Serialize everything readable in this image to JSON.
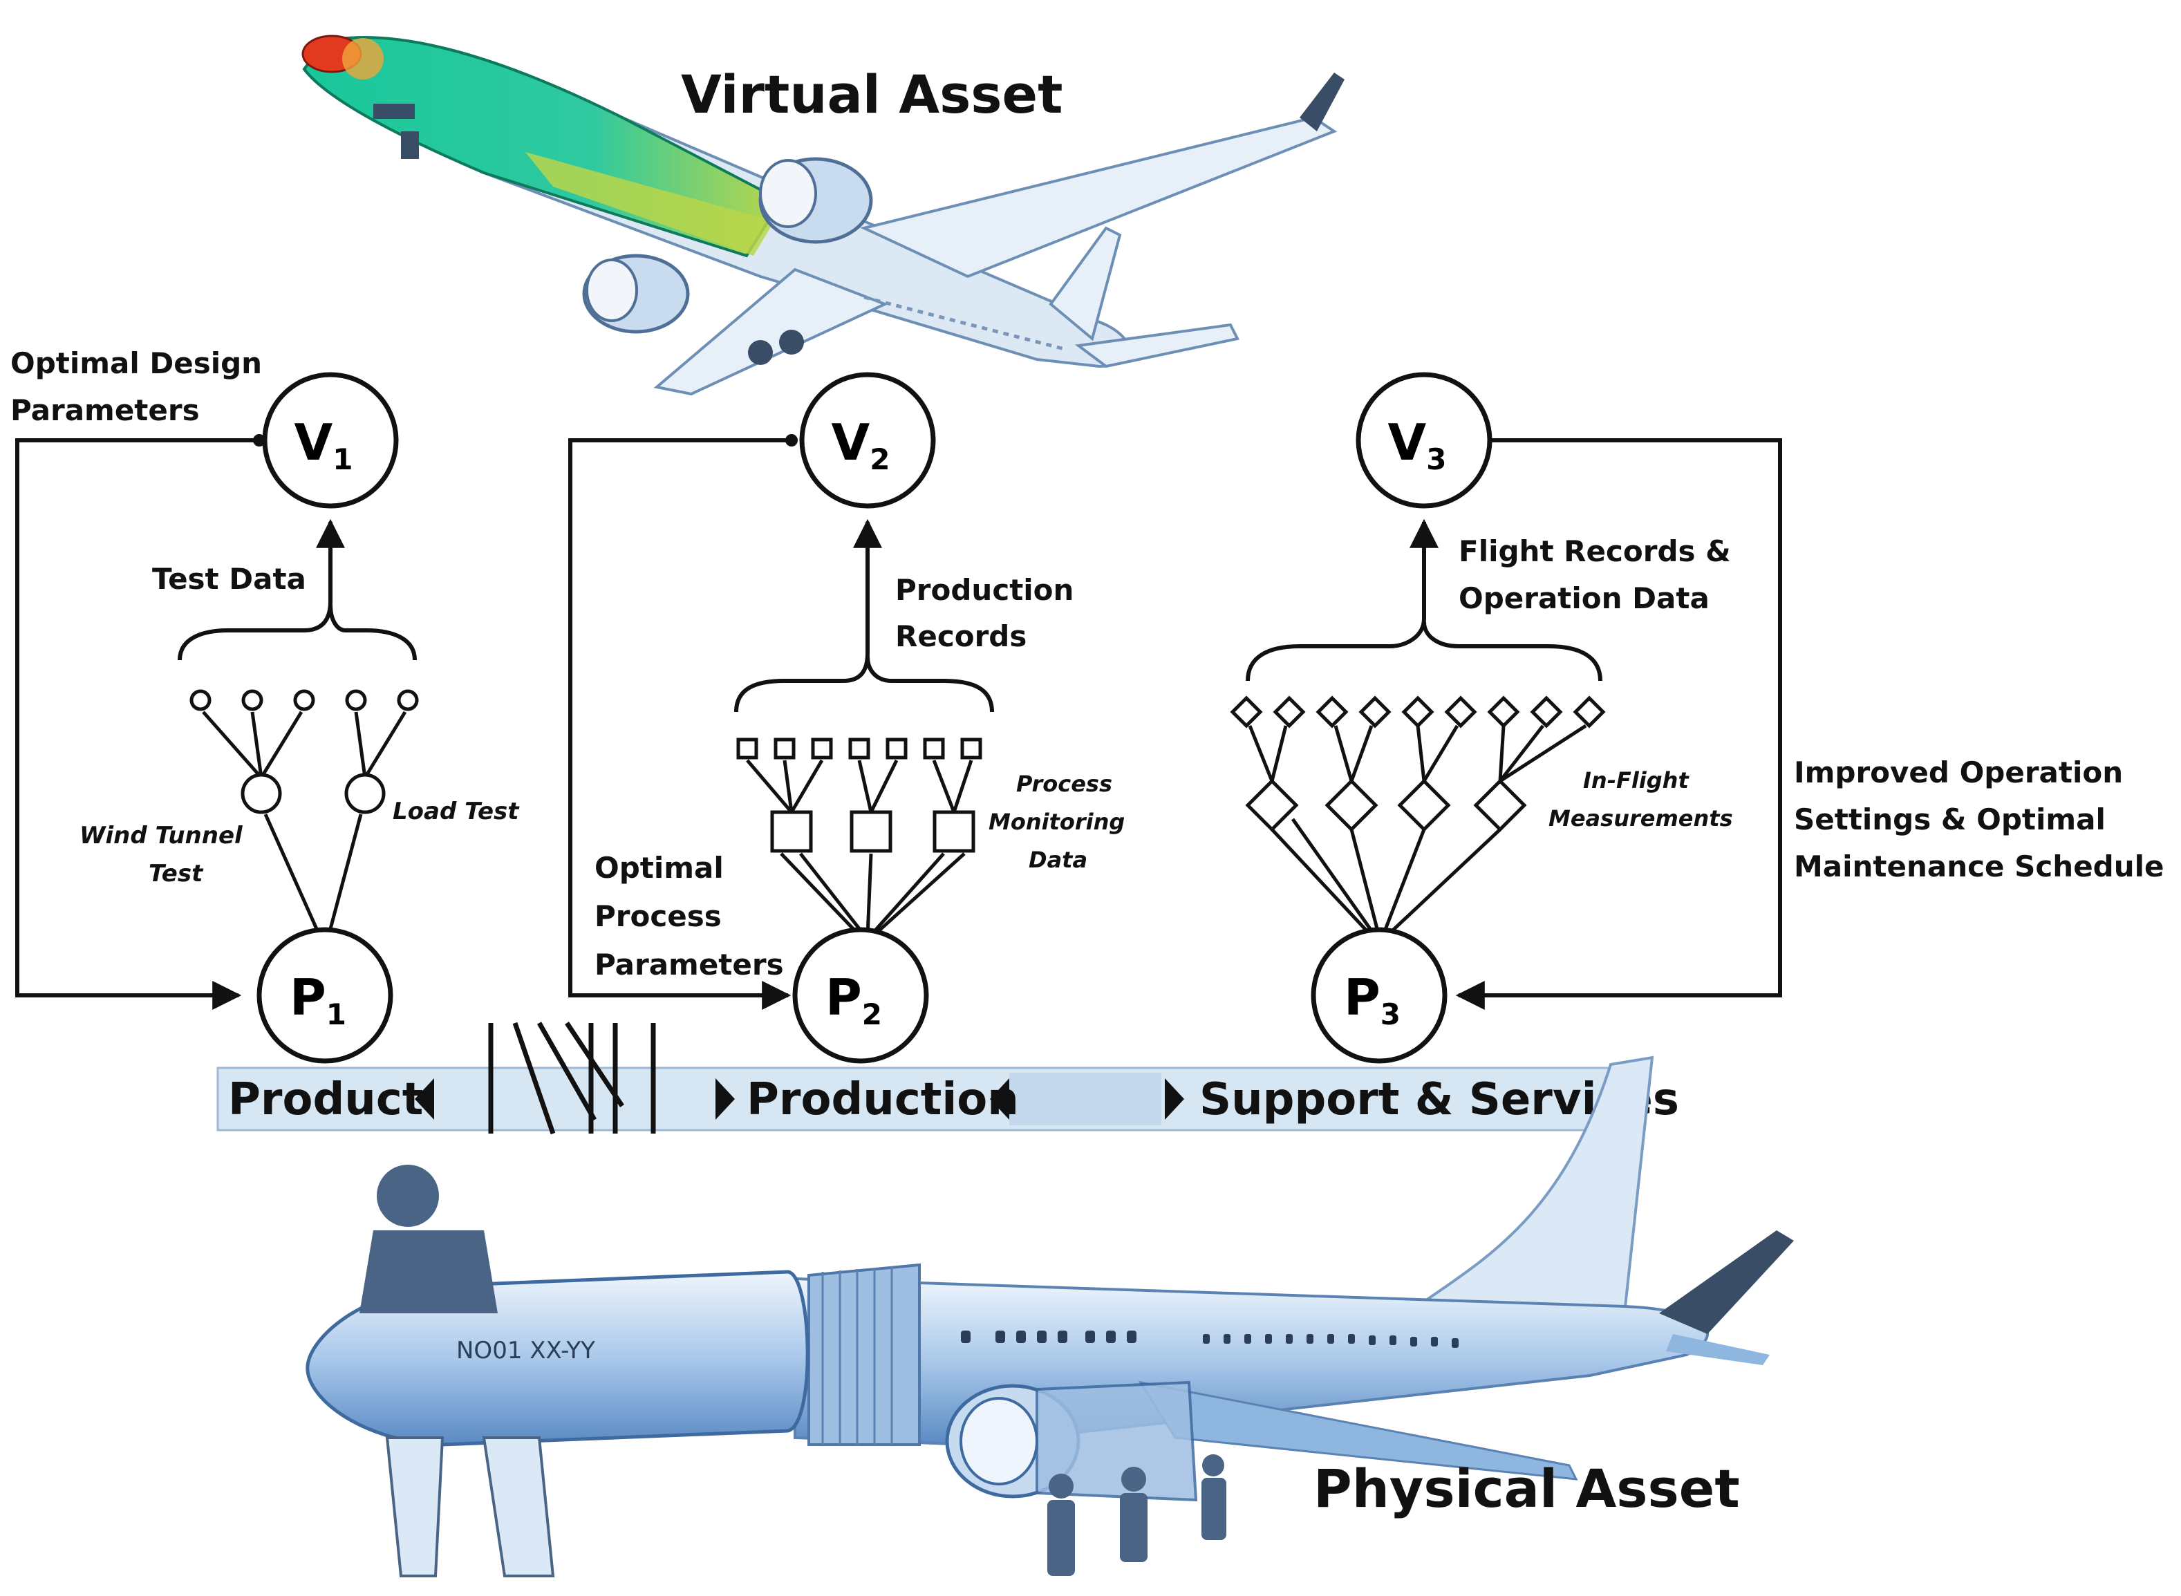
{
  "virtual_asset_label": "Virtual Asset",
  "physical_asset_label": "Physical Asset",
  "nodes": {
    "v1": {
      "letter": "V",
      "sub": "1"
    },
    "v2": {
      "letter": "V",
      "sub": "2"
    },
    "v3": {
      "letter": "V",
      "sub": "3"
    },
    "p1": {
      "letter": "P",
      "sub": "1"
    },
    "p2": {
      "letter": "P",
      "sub": "2"
    },
    "p3": {
      "letter": "P",
      "sub": "3"
    }
  },
  "stage1": {
    "feedback_line1": "Optimal Design",
    "feedback_line2": "Parameters",
    "data_label": "Test Data",
    "sensor_a_line1": "Wind Tunnel",
    "sensor_a_line2": "Test",
    "sensor_b": "Load Test"
  },
  "stage2": {
    "feedback_line1": "Optimal",
    "feedback_line2": "Process",
    "feedback_line3": "Parameters",
    "data_line1": "Production",
    "data_line2": "Records",
    "sensor_line1": "Process",
    "sensor_line2": "Monitoring",
    "sensor_line3": "Data"
  },
  "stage3": {
    "feedback_line1": "Improved Operation",
    "feedback_line2": "Settings & Optimal",
    "feedback_line3": "Maintenance Schedule",
    "data_line1": "Flight Records &",
    "data_line2": "Operation Data",
    "sensor_line1": "In-Flight",
    "sensor_line2": "Measurements"
  },
  "lifecycle": {
    "product": "Product",
    "production": "Production",
    "support": "Support & Services"
  },
  "aircraft_marking": "NO01 XX-YY",
  "colors": {
    "line": "#111111",
    "band": "#d7e6f3",
    "virtual_green": "#19c79a",
    "virtual_yellow": "#b9d64a",
    "virtual_red": "#e23a1e",
    "physical_blue": "#8fb6df",
    "physical_light": "#dbe8f5"
  }
}
